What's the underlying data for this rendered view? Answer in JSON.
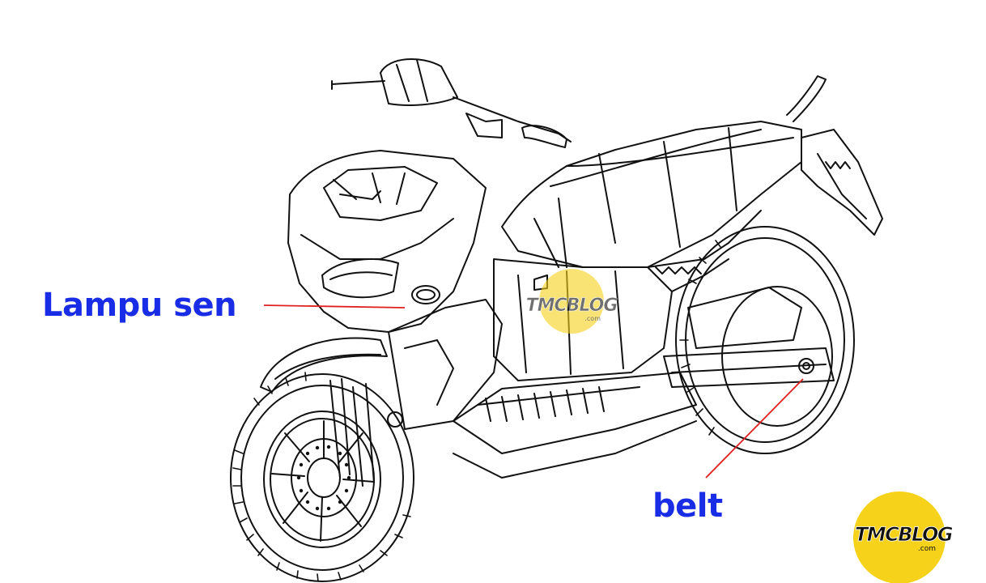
{
  "annotations": {
    "turn_signal": "Lampu sen",
    "belt": "belt"
  },
  "watermark": {
    "brand": "TMCBLOG",
    "domain": ".com"
  },
  "corner_logo": {
    "brand": "TMCBLOG",
    "domain": ".com"
  },
  "colors": {
    "label": "#1a2de6",
    "pointer": "#e02020",
    "logo_circle": "#f6d21a",
    "line_art": "#111111"
  }
}
